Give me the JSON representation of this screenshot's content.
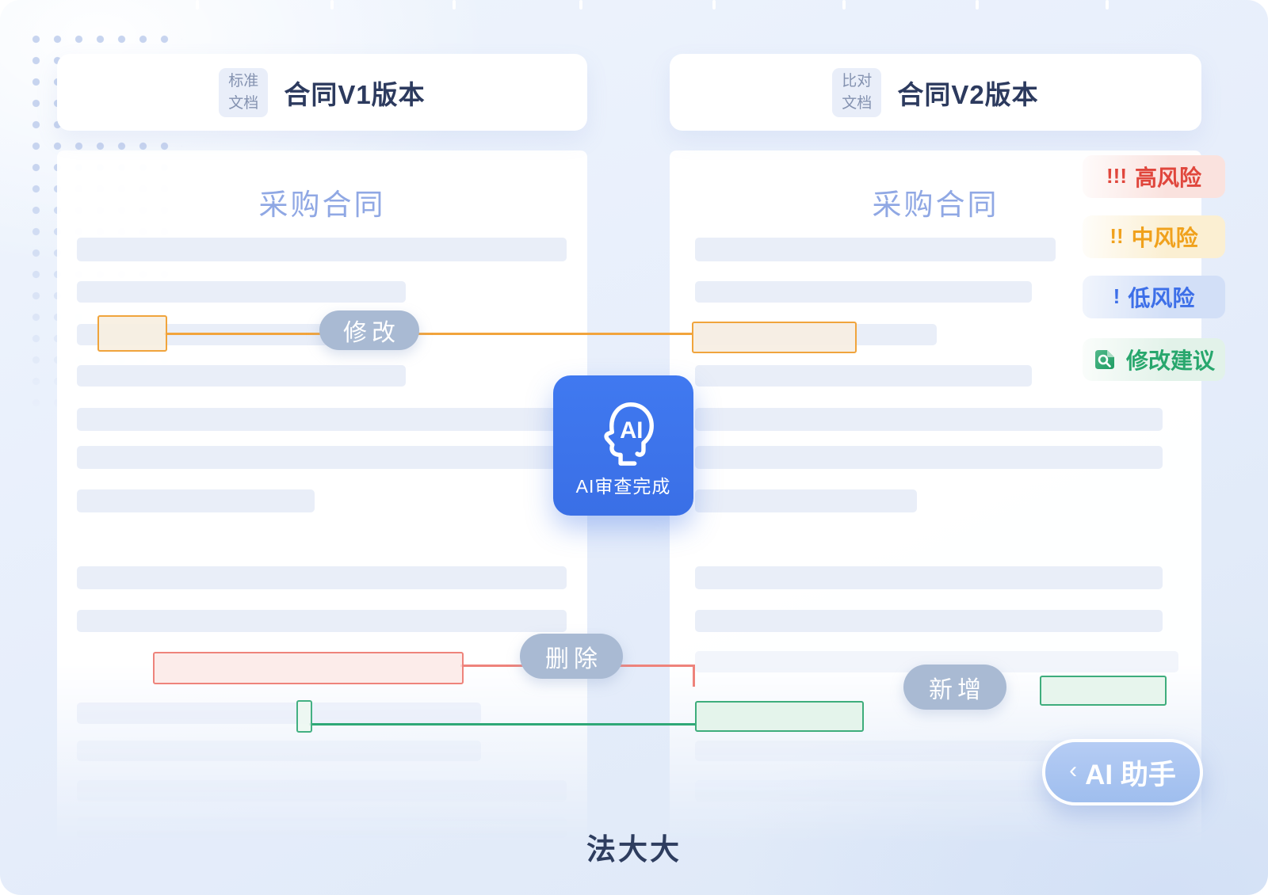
{
  "doc_left": {
    "badge_line1": "标准",
    "badge_line2": "文档",
    "title": "合同V1版本",
    "doc_title": "采购合同"
  },
  "doc_right": {
    "badge_line1": "比对",
    "badge_line2": "文档",
    "title": "合同V2版本",
    "doc_title": "采购合同"
  },
  "annotations": {
    "modify_label": "修改",
    "delete_label": "删除",
    "add_label": "新增"
  },
  "ai_card": {
    "icon_text": "AI",
    "status": "AI审查完成"
  },
  "legend": {
    "items": [
      {
        "marks": "!!!",
        "label": "高风险",
        "color": "#e0463c"
      },
      {
        "marks": "!!",
        "label": "中风险",
        "color": "#f0a11c"
      },
      {
        "marks": "!",
        "label": "低风险",
        "color": "#3d6fe8"
      },
      {
        "icon": "doc-magnifier-icon",
        "label": "修改建议",
        "color": "#28a76d"
      }
    ]
  },
  "assistant_button": {
    "chevron": "‹",
    "label": "AI 助手"
  },
  "brand": "法大大",
  "colors": {
    "ai_blue": "#3b71e8",
    "modify_accent": "#f0a43c",
    "delete_accent": "#ee827a",
    "add_accent": "#2fa877",
    "label_pill_gray": "#a9bad3"
  }
}
